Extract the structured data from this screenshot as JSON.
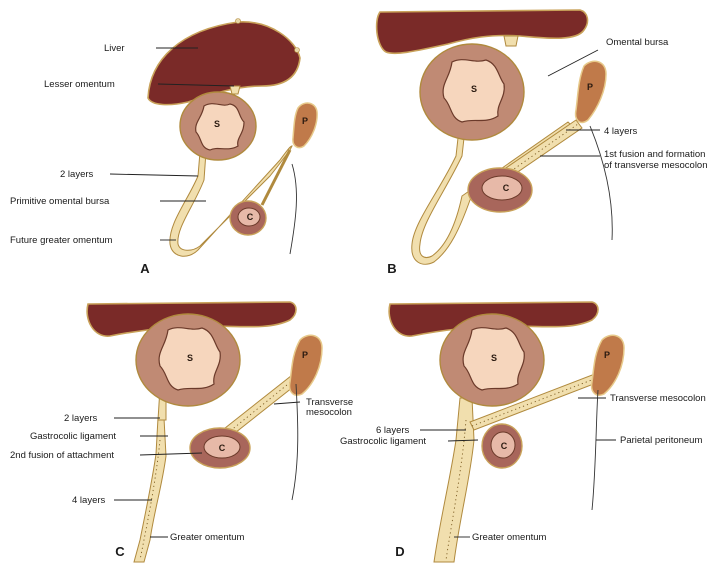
{
  "panels": {
    "A": {
      "label": "A",
      "labels": {
        "liver": "Liver",
        "lesser_omentum": "Lesser omentum",
        "two_layers": "2 layers",
        "primitive_bursa": "Primitive omental bursa",
        "future_omentum": "Future greater omentum"
      }
    },
    "B": {
      "label": "B",
      "labels": {
        "omental_bursa": "Omental bursa",
        "four_layers": "4 layers",
        "fusion_line1": "1st fusion and formation",
        "fusion_line2": "of transverse mesocolon"
      }
    },
    "C": {
      "label": "C",
      "labels": {
        "transverse_line1": "Transverse",
        "transverse_line2": "mesocolon",
        "two_layers": "2 layers",
        "gastrocolic": "Gastrocolic ligament",
        "second_fusion": "2nd fusion of attachment",
        "four_layers": "4 layers",
        "greater_omentum": "Greater omentum"
      }
    },
    "D": {
      "label": "D",
      "labels": {
        "transverse": "Transverse mesocolon",
        "six_layers": "6 layers",
        "gastrocolic": "Gastrocolic ligament",
        "parietal": "Parietal peritoneum",
        "greater_omentum": "Greater omentum"
      }
    }
  },
  "organ_letters": {
    "stomach": "S",
    "colon": "C",
    "pancreas": "P"
  },
  "colors": {
    "liver": "#7a2a28",
    "membrane": "#f1dfae",
    "stomach_wall": "#c08a74",
    "stomach_lumen": "#f6d6bd",
    "colon": "#a8665b",
    "pancreas": "#c07a4a"
  }
}
